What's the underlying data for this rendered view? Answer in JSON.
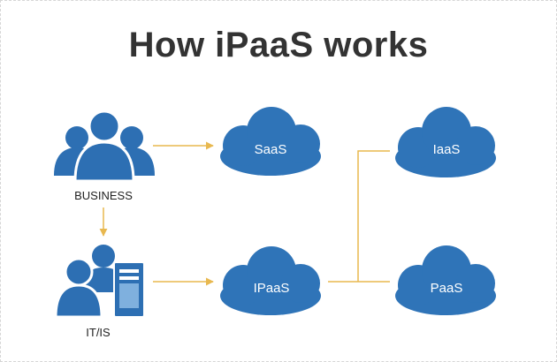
{
  "title": "How iPaaS works",
  "nodes": {
    "business": {
      "label": "BUSINESS"
    },
    "it_is": {
      "label": "IT/IS"
    },
    "saas": {
      "label": "SaaS"
    },
    "ipaas": {
      "label": "IPaaS"
    },
    "iaas": {
      "label": "IaaS"
    },
    "paas": {
      "label": "PaaS"
    }
  },
  "colors": {
    "icon_blue": "#2d6fb3",
    "cloud_blue": "#2f74b8",
    "connector": "#e8b84f",
    "title_text": "#333333"
  }
}
